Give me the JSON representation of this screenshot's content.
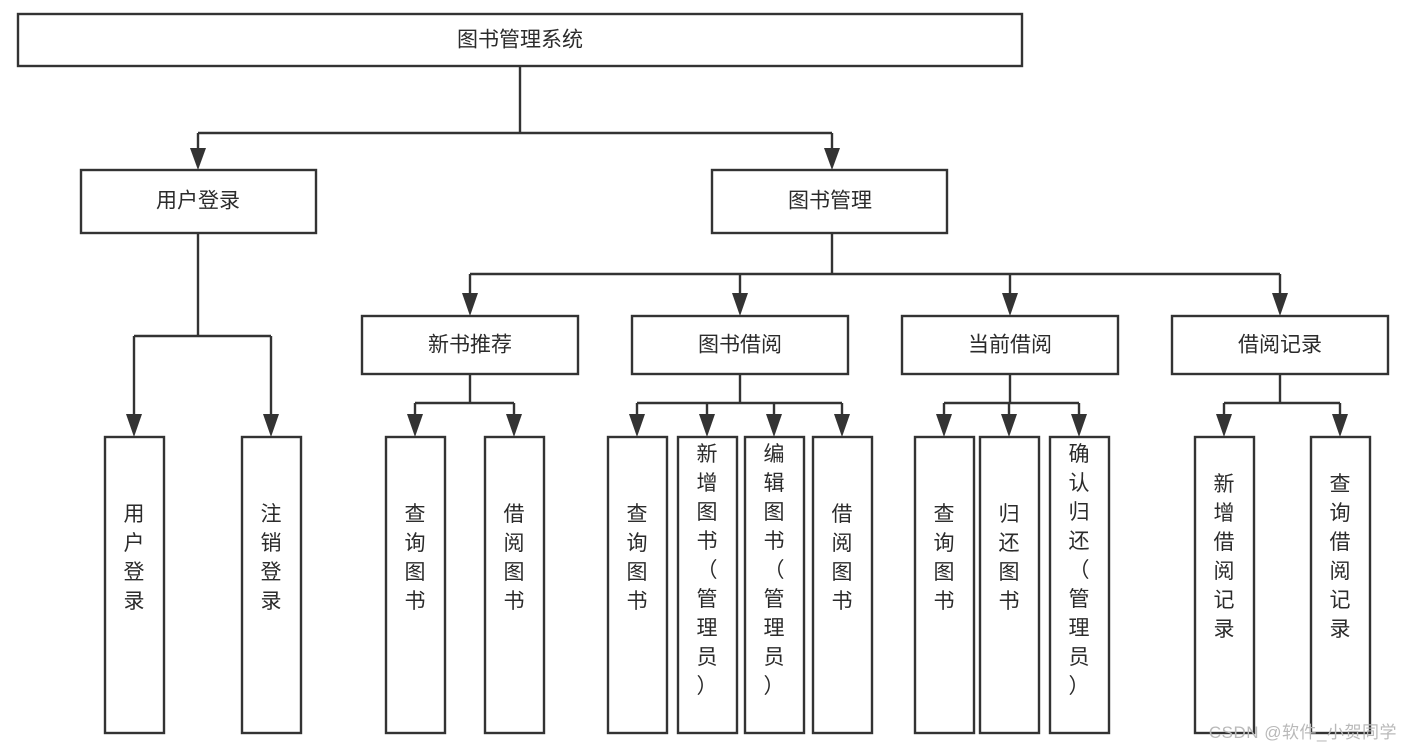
{
  "diagram": {
    "type": "tree-hierarchy",
    "title": "图书管理系统",
    "watermark": "CSDN @软件_小贺同学",
    "colors": {
      "box_stroke": "#333333",
      "box_fill": "#ffffff",
      "text": "#2b2b2b",
      "background": "#ffffff",
      "watermark": "#b9b9b9"
    },
    "root": {
      "id": "root",
      "label": "图书管理系统"
    },
    "level2": [
      {
        "id": "user-login",
        "label": "用户登录"
      },
      {
        "id": "book-manage",
        "label": "图书管理"
      }
    ],
    "level3": [
      {
        "id": "new-book-rec",
        "label": "新书推荐",
        "parent": "book-manage"
      },
      {
        "id": "book-borrow",
        "label": "图书借阅",
        "parent": "book-manage"
      },
      {
        "id": "current-borrow",
        "label": "当前借阅",
        "parent": "book-manage"
      },
      {
        "id": "borrow-record",
        "label": "借阅记录",
        "parent": "book-manage"
      }
    ],
    "leaves": {
      "user-login": [
        {
          "id": "leaf-user-login",
          "label": "用户登录"
        },
        {
          "id": "leaf-user-logout",
          "label": "注销登录"
        }
      ],
      "new-book-rec": [
        {
          "id": "leaf-query-book-1",
          "label": "查询图书"
        },
        {
          "id": "leaf-borrow-book-1",
          "label": "借阅图书"
        }
      ],
      "book-borrow": [
        {
          "id": "leaf-query-book-2",
          "label": "查询图书"
        },
        {
          "id": "leaf-add-book",
          "label": "新增图书（管理员）"
        },
        {
          "id": "leaf-edit-book",
          "label": "编辑图书（管理员）"
        },
        {
          "id": "leaf-borrow-book-2",
          "label": "借阅图书"
        }
      ],
      "current-borrow": [
        {
          "id": "leaf-query-book-3",
          "label": "查询图书"
        },
        {
          "id": "leaf-return-book",
          "label": "归还图书"
        },
        {
          "id": "leaf-confirm-return",
          "label": "确认归还（管理员）"
        }
      ],
      "borrow-record": [
        {
          "id": "leaf-add-record",
          "label": "新增借阅记录"
        },
        {
          "id": "leaf-query-record",
          "label": "查询借阅记录"
        }
      ]
    }
  }
}
